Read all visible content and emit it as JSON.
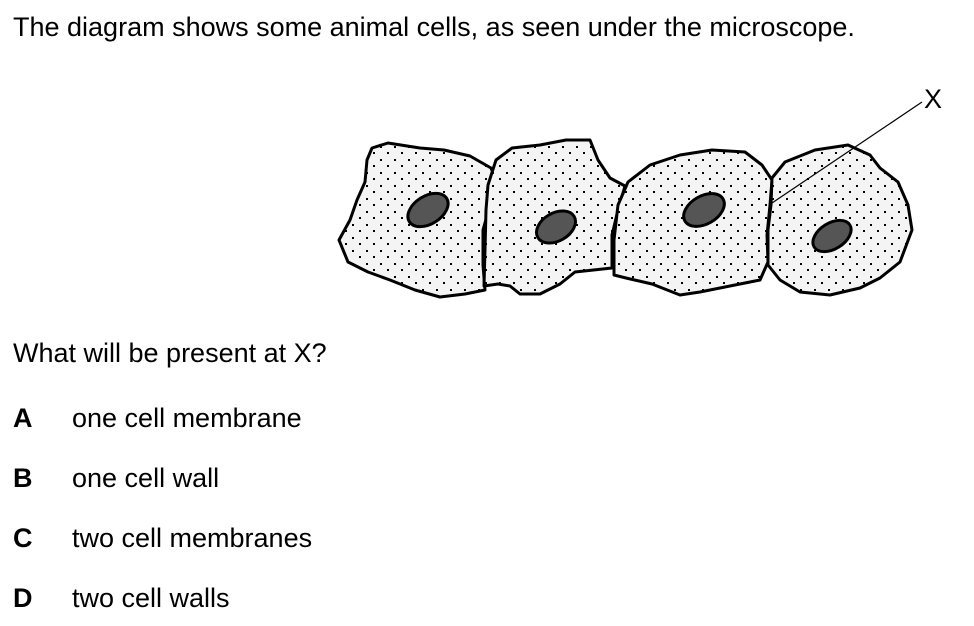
{
  "intro": "The diagram shows some animal cells, as seen under the microscope.",
  "diagram": {
    "label_x": "X"
  },
  "question": "What will be present at X?",
  "options": [
    {
      "letter": "A",
      "text": "one cell membrane"
    },
    {
      "letter": "B",
      "text": "one cell wall"
    },
    {
      "letter": "C",
      "text": "two cell membranes"
    },
    {
      "letter": "D",
      "text": "two cell walls"
    }
  ],
  "colors": {
    "cell_fill": "#f4f4f4",
    "nucleus_fill": "#555555",
    "outline": "#000000"
  }
}
